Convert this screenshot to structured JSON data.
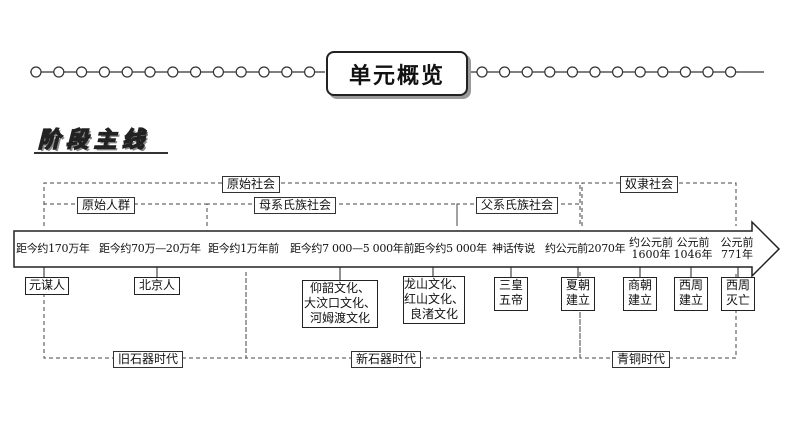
{
  "header": {
    "title": "单元概览"
  },
  "section": {
    "title": "阶段主线"
  },
  "periods_top": {
    "primitive": "原始社会",
    "slave": "奴隶社会",
    "primitive_group": "原始人群",
    "matrilineal": "母系氏族社会",
    "patrilineal": "父系氏族社会"
  },
  "periods_bottom": {
    "paleolithic": "旧石器时代",
    "neolithic": "新石器时代",
    "bronze": "青铜时代"
  },
  "timeline": {
    "t1": "距今约170万年",
    "t2": "距今约70万—20万年",
    "t3": "距今约1万年前",
    "t4": "距今约7 000—5 000年前",
    "t5": "距今约5 000年",
    "t6": "神话传说",
    "t7": "约公元前2070年",
    "t8": [
      "约公元前",
      "1600年"
    ],
    "t9": [
      "公元前",
      "1046年"
    ],
    "t10": [
      "公元前",
      "771年"
    ]
  },
  "events": {
    "yuanmou": "元谋人",
    "beijing": "北京人",
    "yangshao": "仰韶文化、\n大汶口文化、\n河姆渡文化",
    "longshan": "龙山文化、\n红山文化、\n良渚文化",
    "sanhuang": "三皇\n五帝",
    "xia": "夏朝\n建立",
    "shang": "商朝\n建立",
    "xizhou": "西周\n建立",
    "xizhou_fall": "西周\n灭亡"
  }
}
